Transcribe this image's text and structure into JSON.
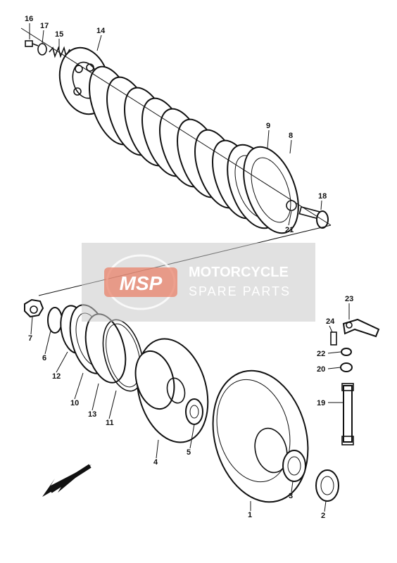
{
  "watermark": {
    "logo": "MSP",
    "line1": "MOTORCYCLE",
    "line2": "SPARE PARTS",
    "logo_color": "#e8826a"
  },
  "callouts": [
    {
      "id": "c16",
      "number": "16"
    },
    {
      "id": "c17",
      "number": "17"
    },
    {
      "id": "c15",
      "number": "15"
    },
    {
      "id": "c14",
      "number": "14"
    },
    {
      "id": "c9",
      "number": "9"
    },
    {
      "id": "c8",
      "number": "8"
    },
    {
      "id": "c18",
      "number": "18"
    },
    {
      "id": "c21",
      "number": "21"
    },
    {
      "id": "c7",
      "number": "7"
    },
    {
      "id": "c6",
      "number": "6"
    },
    {
      "id": "c12",
      "number": "12"
    },
    {
      "id": "c10",
      "number": "10"
    },
    {
      "id": "c13",
      "number": "13"
    },
    {
      "id": "c11",
      "number": "11"
    },
    {
      "id": "c4",
      "number": "4"
    },
    {
      "id": "c5",
      "number": "5"
    },
    {
      "id": "c23",
      "number": "23"
    },
    {
      "id": "c24",
      "number": "24"
    },
    {
      "id": "c22",
      "number": "22"
    },
    {
      "id": "c20",
      "number": "20"
    },
    {
      "id": "c19",
      "number": "19"
    },
    {
      "id": "c3",
      "number": "3"
    },
    {
      "id": "c1",
      "number": "1"
    },
    {
      "id": "c2",
      "number": "2"
    }
  ]
}
